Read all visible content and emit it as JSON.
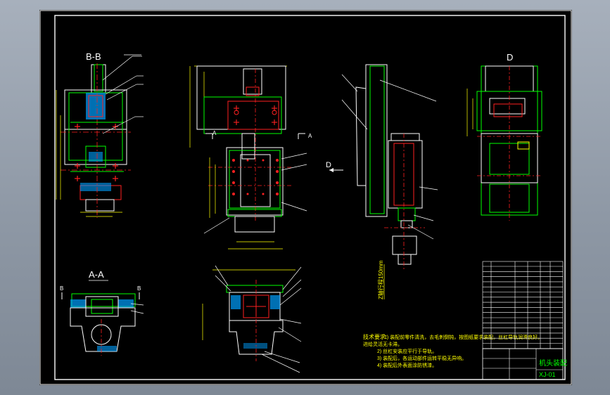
{
  "views": {
    "bb_label": "B-B",
    "aa_label": "A-A",
    "d_label": "D",
    "a_marker": "A",
    "b_marker": "B",
    "d_arrow_label": "D"
  },
  "z_stroke_label": "Z轴行程150mm",
  "tech_notes": {
    "title": "技术要求:",
    "line1": "1) 装配前零件清洗，去毛刺倒钝，按图纸要求装配，丝杠导轨润滑良好。",
    "line1b": "进给灵活无卡滞。",
    "line2": "2) 丝杠安装应平行于导轨。",
    "line3": "3) 装配后，各运动部件运转平稳无异响。",
    "line4": "4) 装配后外表面涂防锈漆。"
  },
  "title_block": {
    "name": "机头装配",
    "code": "XJ-01"
  },
  "colors": {
    "frame": "#ffffff",
    "outline": "#ffffff",
    "part": "#00ff00",
    "center": "#ff2020",
    "dim": "#ffff00",
    "hatch": "#00c8ff",
    "table_text": "#00ff00"
  }
}
